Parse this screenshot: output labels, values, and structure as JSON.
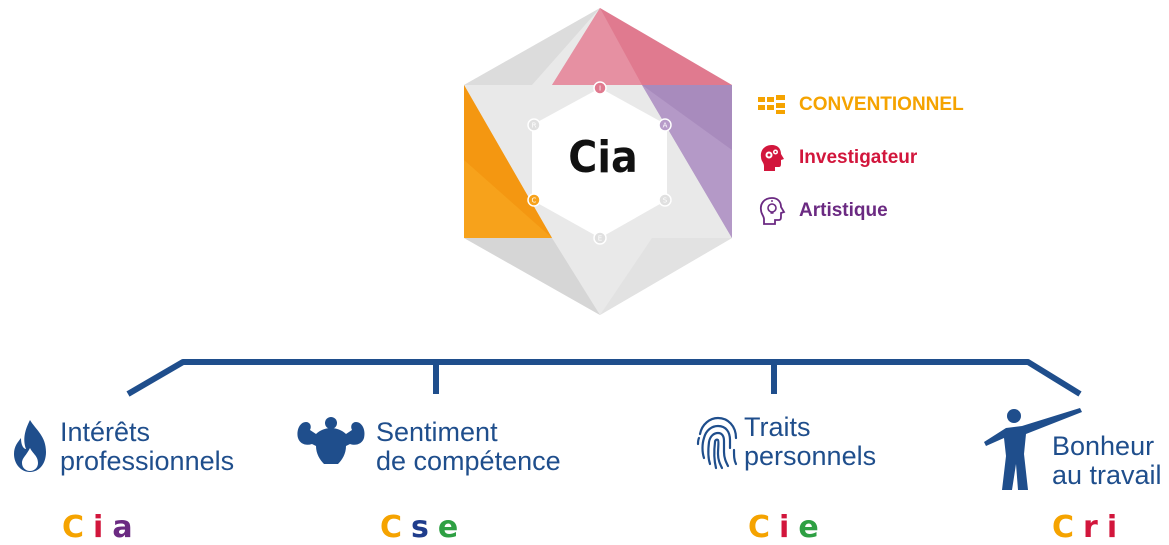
{
  "hexagon": {
    "center_code": "Cia",
    "node_letters": [
      "I",
      "A",
      "S",
      "E",
      "C",
      "R"
    ]
  },
  "legend": [
    {
      "label": "CONVENTIONNEL",
      "color": "#f5a300",
      "icon": "blocks-icon"
    },
    {
      "label": "Investigateur",
      "color": "#d2163c",
      "icon": "head-gears-icon"
    },
    {
      "label": "Artistique",
      "color": "#6b2a82",
      "icon": "lightbulb-head-icon"
    }
  ],
  "dimensions": [
    {
      "line1": "Intérêts",
      "line2": "professionnels",
      "icon": "flame-icon",
      "code": [
        "C",
        "i",
        "a"
      ]
    },
    {
      "line1": "Sentiment",
      "line2": "de compétence",
      "icon": "muscle-icon",
      "code": [
        "C",
        "s",
        "e"
      ]
    },
    {
      "line1": "Traits",
      "line2": "personnels",
      "icon": "fingerprint-icon",
      "code": [
        "C",
        "i",
        "e"
      ]
    },
    {
      "line1": "Bonheur",
      "line2": "au travail",
      "icon": "happy-person-icon",
      "code": [
        "C",
        "r",
        "i"
      ]
    }
  ],
  "colors": {
    "C": "#f5a300",
    "i": "#d2163c",
    "a": "#6b2a82",
    "s": "#1f3d8c",
    "e": "#2ea043",
    "r": "#d2163c",
    "tree": "#1f4e8c"
  }
}
